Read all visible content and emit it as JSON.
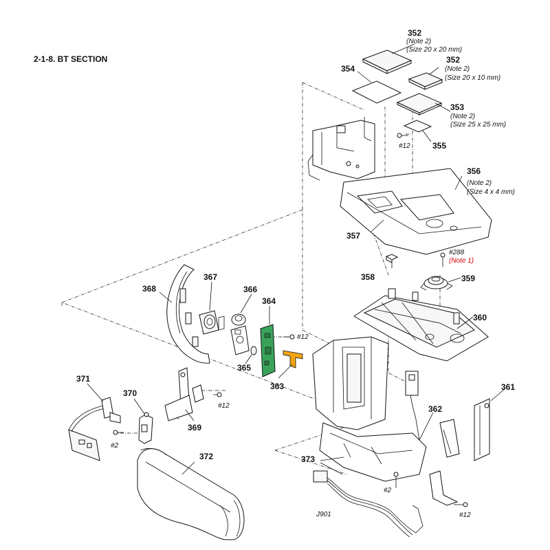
{
  "title": "2-1-8. BT SECTION",
  "parts": {
    "p352a": "352",
    "p352a_note": "(Note 2)",
    "p352a_size": "(Size 20 x 20 mm)",
    "p352b": "352",
    "p352b_note": "(Note 2)",
    "p352b_size": "(Size 20 x 10 mm)",
    "p353": "353",
    "p353_note": "(Note 2)",
    "p353_size": "(Size 25 x 25 mm)",
    "p354": "354",
    "p355": "355",
    "p356": "356",
    "p356_note": "(Note 2)",
    "p356_size": "(Size 4 x 4 mm)",
    "p357": "357",
    "p358": "358",
    "p359": "359",
    "p359_screw": "#288",
    "p359_note": "(Note 1)",
    "p360": "360",
    "p361": "361",
    "p362": "362",
    "p363": "363",
    "p364": "364",
    "p365": "365",
    "p366": "366",
    "p367": "367",
    "p368": "368",
    "p369": "369",
    "p370": "370",
    "p371": "371",
    "p372": "372",
    "p373": "373",
    "j901": "J901"
  },
  "screws": {
    "s_top": "#12",
    "s_mid": "#12",
    "s_369": "#12",
    "s_371": "#2",
    "s_373": "#2",
    "s_361": "#12"
  },
  "colors": {
    "board_green": "#3aa35a",
    "flex_orange": "#f2a515",
    "note1_red": "#d00000"
  }
}
